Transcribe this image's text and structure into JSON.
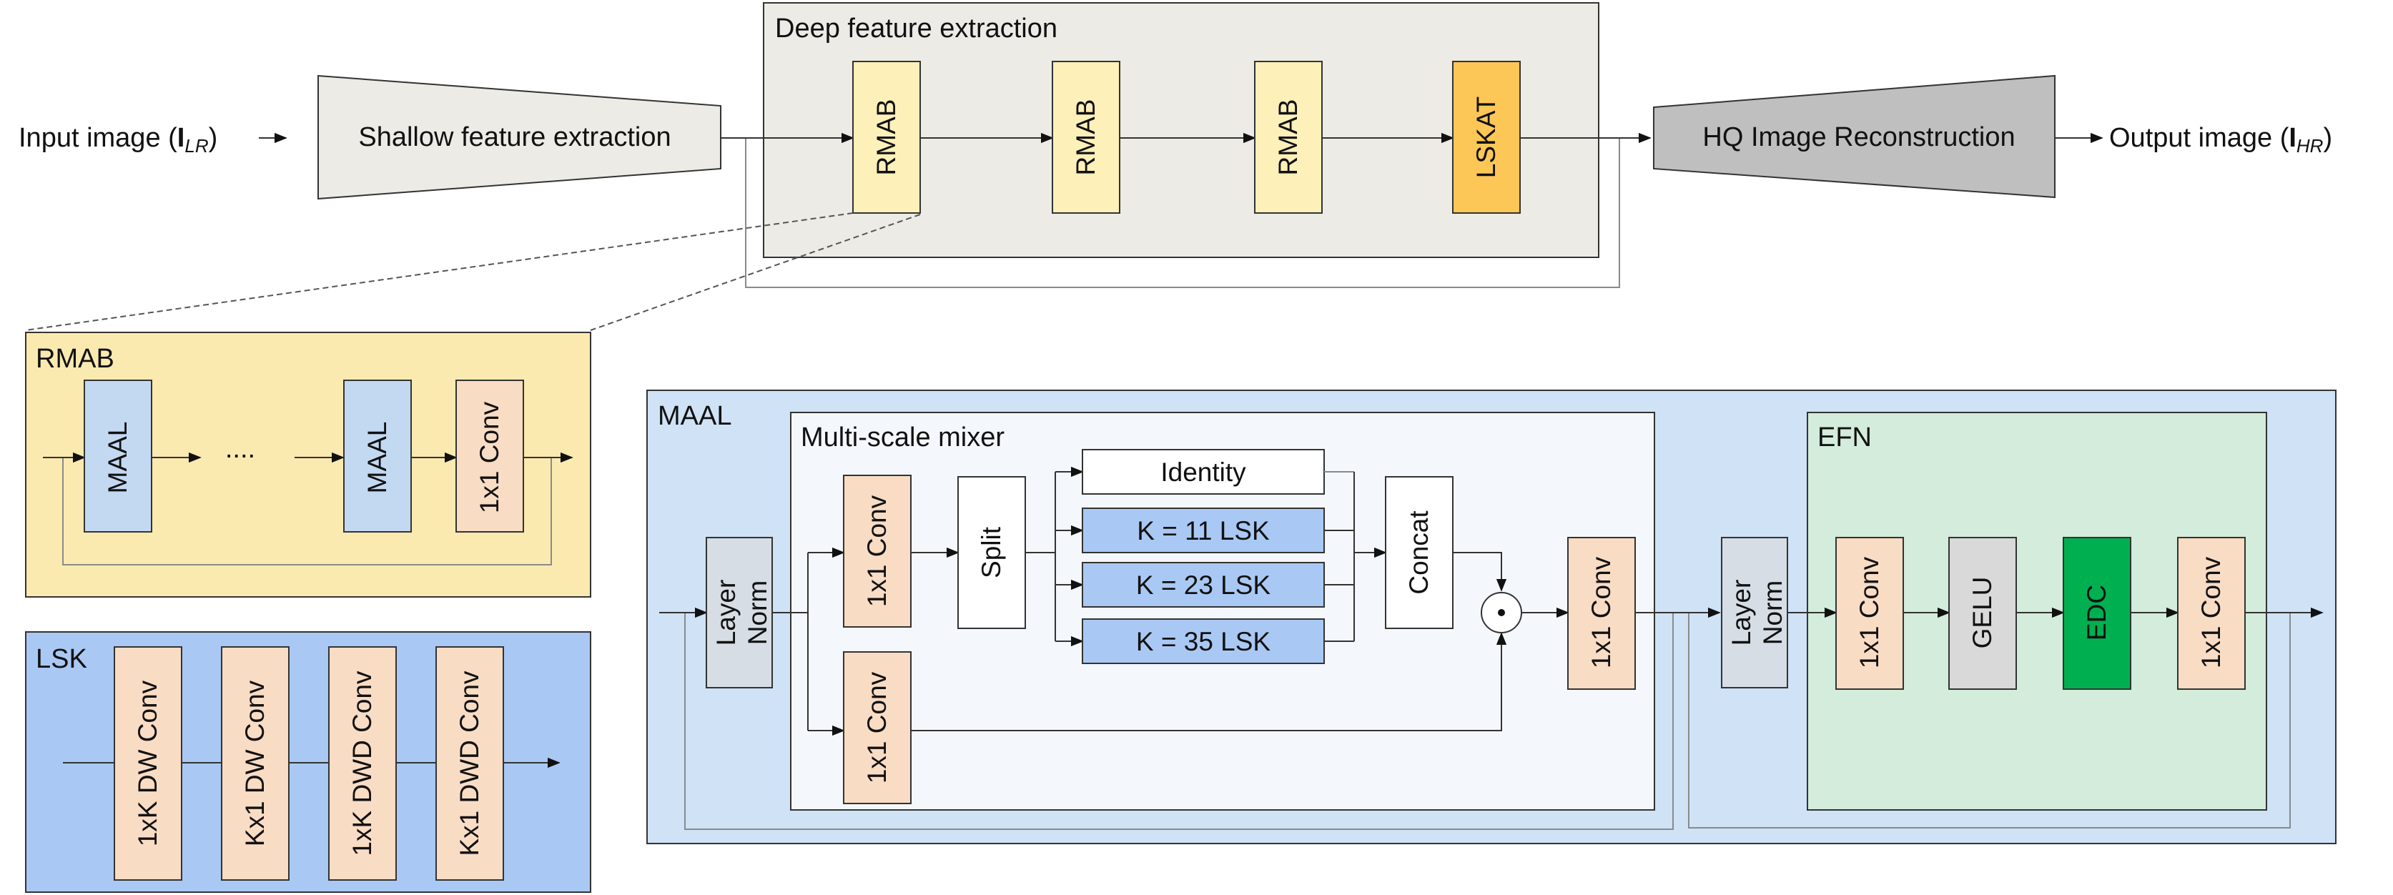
{
  "top": {
    "input_label": "Input image (",
    "input_sub": "LR",
    "close_paren": ")",
    "shallow": "Shallow feature extraction",
    "deep_title": "Deep feature extraction",
    "blocks": [
      "RMAB",
      "RMAB",
      "RMAB",
      "LSKAT"
    ],
    "hq": "HQ Image Reconstruction",
    "output_label": "Output image (",
    "output_sub": "HR",
    "bold_I": "I"
  },
  "rmab": {
    "title": "RMAB",
    "maal1": "MAAL",
    "dots": "....",
    "maal2": "MAAL",
    "conv": "1x1 Conv"
  },
  "lsk": {
    "title": "LSK",
    "blocks": [
      "1xK DW Conv",
      "Kx1 DW Conv",
      "1xK DWD Conv",
      "Kx1 DWD Conv"
    ]
  },
  "maal": {
    "title": "MAAL",
    "mixer_title": "Multi-scale mixer",
    "layer": "Layer",
    "norm": "Norm",
    "conv_top": "1x1 Conv",
    "conv_bottom": "1x1 Conv",
    "split": "Split",
    "branches": [
      "Identity",
      "K = 11 LSK",
      "K = 23 LSK",
      "K = 35 LSK"
    ],
    "concat": "Concat",
    "odot": "⊙",
    "conv_after": "1x1 Conv"
  },
  "efn": {
    "title": "EFN",
    "layer": "Layer",
    "norm": "Norm",
    "conv1": "1x1 Conv",
    "gelu": "GELU",
    "edc": "EDC",
    "conv2": "1x1 Conv"
  },
  "colors": {
    "cream": "#fdf0b8",
    "orange": "#fdc758",
    "gray_panel": "#ecebe6",
    "trapezoid_light": "#ecebe6",
    "trapezoid_dark": "#bfbfbf",
    "rmab_panel": "#fbeab0",
    "lsk_panel": "#a9c9f4",
    "maal_panel": "#cfe2f6",
    "mixer_panel": "#f4f8fd",
    "efn_panel": "#d3ecdb",
    "peach": "#f9dcc4",
    "blue_block": "#a9c9f4",
    "light_blue_block": "#c3d9f2",
    "slate": "#d6dde4",
    "gelu_gray": "#d9d9d9",
    "edc_green": "#00b050"
  }
}
